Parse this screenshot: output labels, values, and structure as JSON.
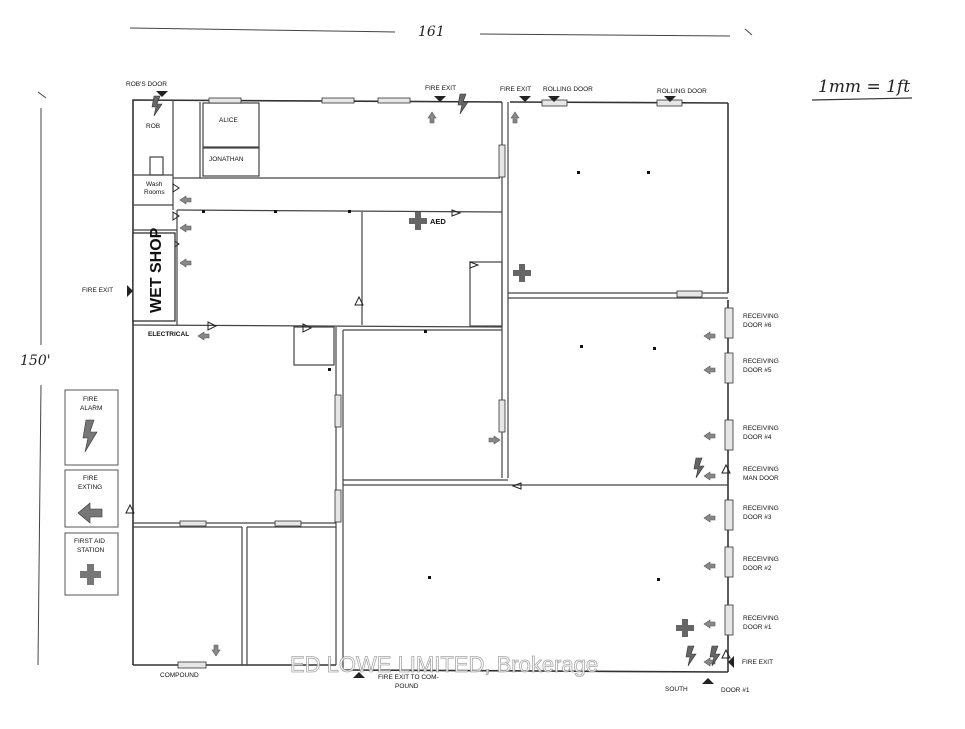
{
  "annotations": {
    "width_dimension": "161",
    "height_dimension": "150'",
    "scale_note": "1mm = 1ft"
  },
  "rooms": {
    "robs": "ROB",
    "alice": "ALICE",
    "jonathan": "JONATHAN",
    "washrooms": [
      "Wash",
      "Rooms"
    ],
    "wet_shop": "WET SHOP",
    "electrical": "ELECTRICAL",
    "aed": "AED"
  },
  "door_labels": {
    "robs_door": "ROB'S DOOR",
    "fire_exit_top_1": "FIRE EXIT",
    "fire_exit_top_2": "FIRE EXIT",
    "rolling_door_1": "ROLLING DOOR",
    "rolling_door_2": "ROLLING DOOR",
    "fire_exit_left": "FIRE EXIT",
    "receiving_door_6": [
      "RECEIVING",
      "DOOR #6"
    ],
    "receiving_door_5": [
      "RECEIVING",
      "DOOR #5"
    ],
    "receiving_door_4": [
      "RECEIVING",
      "DOOR #4"
    ],
    "receiving_man_door": [
      "RECEIVING",
      "MAN DOOR"
    ],
    "receiving_door_3": [
      "RECEIVING",
      "DOOR #3"
    ],
    "receiving_door_2": [
      "RECEIVING",
      "DOOR #2"
    ],
    "receiving_door_1": [
      "RECEIVING",
      "DOOR #1"
    ],
    "fire_exit_right": "FIRE EXIT",
    "fire_exit_compound": [
      "FIRE EXIT TO COM-",
      "POUND"
    ],
    "compound": "COMPOUND",
    "south": "SOUTH",
    "door_1": "DOOR #1"
  },
  "legend": {
    "fire_alarm": [
      "FIRE",
      "ALARM"
    ],
    "fire_extinguisher": [
      "FIRE",
      "EXTING"
    ],
    "first_aid": [
      "FIRST AID",
      "STATION"
    ]
  },
  "watermark": "ED LOWE LIMITED, Brokerage"
}
